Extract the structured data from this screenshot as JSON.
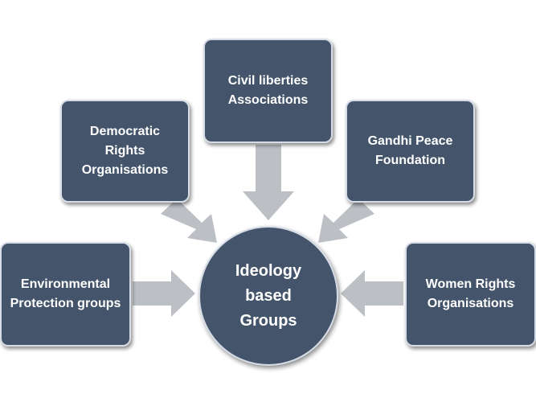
{
  "center": {
    "label": "Ideology based Groups"
  },
  "nodes": {
    "civil_liberties": "Civil liberties Associations",
    "democratic_rights": "Democratic Rights Organisations",
    "gandhi_peace": "Gandhi Peace Foundation",
    "environmental_protection": "Environmental Protection groups",
    "women_rights": "Women Rights Organisations"
  },
  "colors": {
    "box_fill": "#44546a",
    "box_border": "#d7dde6",
    "arrow_fill": "#bcc0c5",
    "text": "#ffffff"
  }
}
